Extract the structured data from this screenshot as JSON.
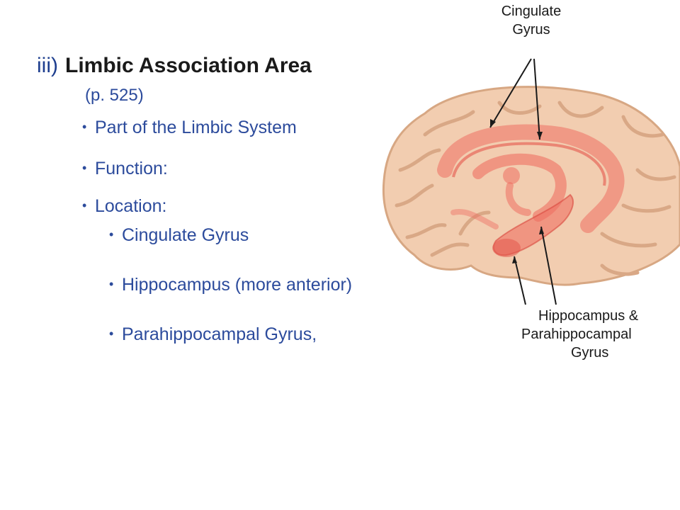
{
  "slide": {
    "heading_number": "iii)",
    "heading_title": "Limbic Association Area",
    "page_ref": "(p. 525)",
    "bullets": [
      "Part of the Limbic System",
      "Function:",
      "Location:"
    ],
    "sub_bullets": [
      "Cingulate Gyrus",
      "Hippocampus (more anterior)",
      "Parahippocampal Gyrus,"
    ],
    "bullet_glyph": "•"
  },
  "diagram": {
    "label_top_line1": "Cingulate",
    "label_top_line2": "Gyrus",
    "label_bottom_line1": "Hippocampus &",
    "label_bottom_line2": "Parahippocampal",
    "label_bottom_line3": "Gyrus"
  },
  "colors": {
    "brain": "#f2cdb0",
    "brain_fold": "#d9a886",
    "limbic": "#ee6f63",
    "text_blue": "#2c4b9c"
  }
}
